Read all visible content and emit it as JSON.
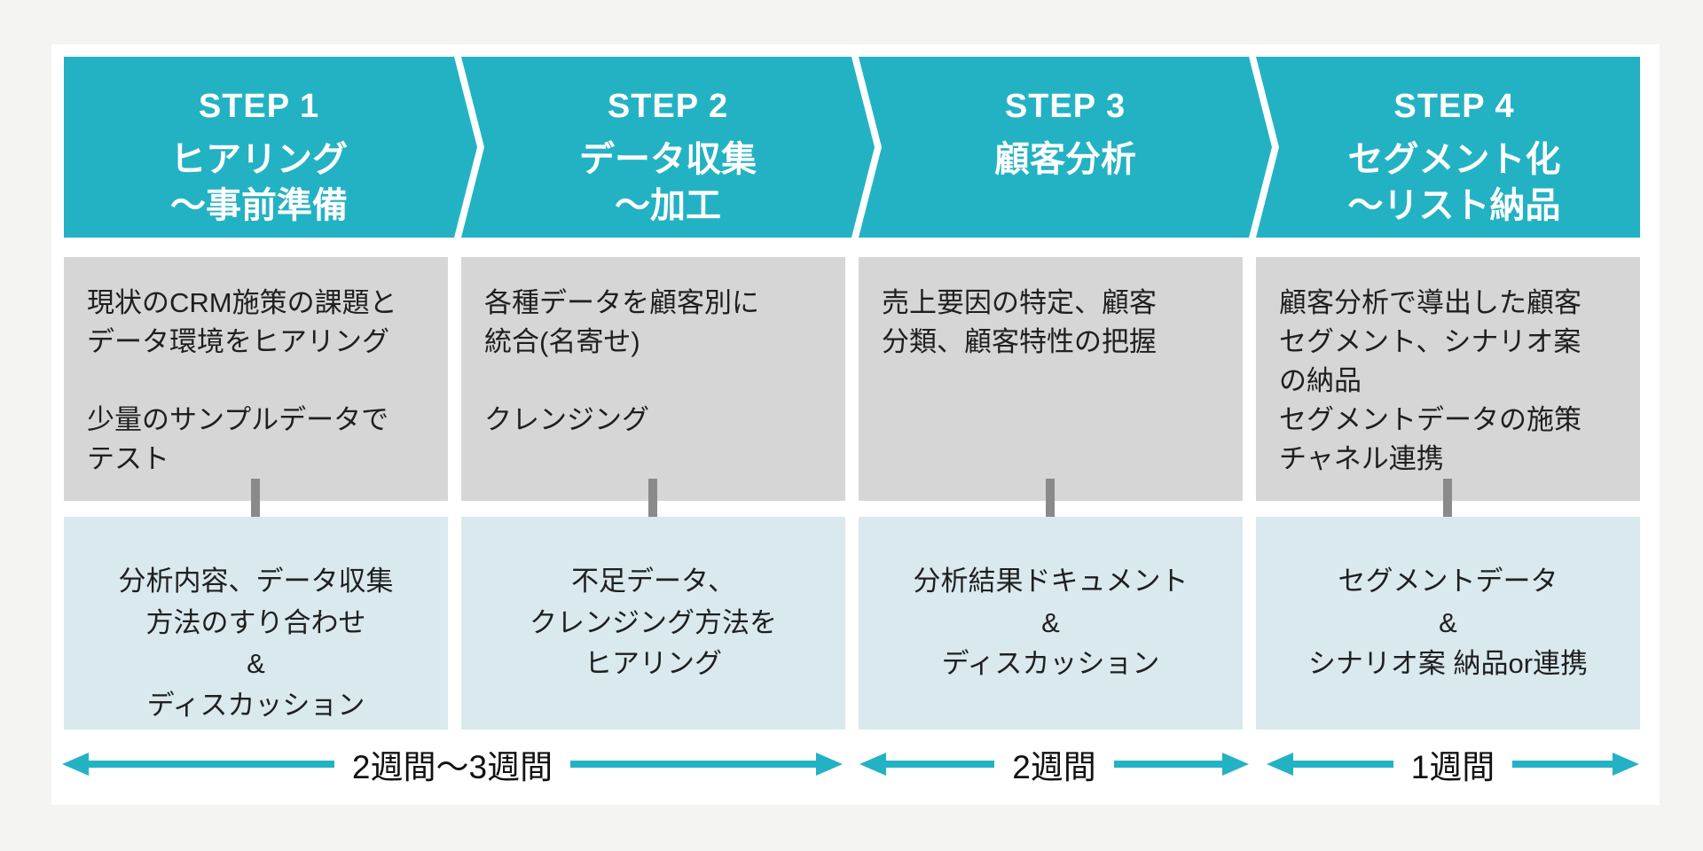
{
  "colors": {
    "page_bg": "#f4f4f2",
    "card_bg": "#ffffff",
    "accent_teal": "#23b2c3",
    "header_text": "#ffffff",
    "gray_box": "#d6d6d6",
    "blue_box": "#d9e9ed",
    "arrow_gray": "#8a8a8a",
    "body_text": "#1f1f1f"
  },
  "steps": [
    {
      "label": "STEP 1",
      "title": "ヒアリング\n〜事前準備",
      "description": "現状のCRM施策の課題と\nデータ環境をヒアリング\n\n少量のサンプルデータで\nテスト",
      "deliverable": "分析内容、データ収集\n方法のすり合わせ\n&\nディスカッション"
    },
    {
      "label": "STEP 2",
      "title": "データ収集\n〜加工",
      "description": "各種データを顧客別に\n統合(名寄せ)\n\nクレンジング",
      "deliverable": "不足データ、\nクレンジング方法を\nヒアリング"
    },
    {
      "label": "STEP 3",
      "title": "顧客分析",
      "description": "売上要因の特定、顧客\n分類、顧客特性の把握",
      "deliverable": "分析結果ドキュメント\n&\nディスカッション"
    },
    {
      "label": "STEP 4",
      "title": "セグメント化\n〜リスト納品",
      "description": "顧客分析で導出した顧客\nセグメント、シナリオ案\nの納品\nセグメントデータの施策\nチャネル連携",
      "deliverable": "セグメントデータ\n&\nシナリオ案 納品or連携"
    }
  ],
  "timeline": [
    {
      "label": "2週間〜3週間",
      "span_columns": 2
    },
    {
      "label": "2週間",
      "span_columns": 1
    },
    {
      "label": "1週間",
      "span_columns": 1
    }
  ]
}
